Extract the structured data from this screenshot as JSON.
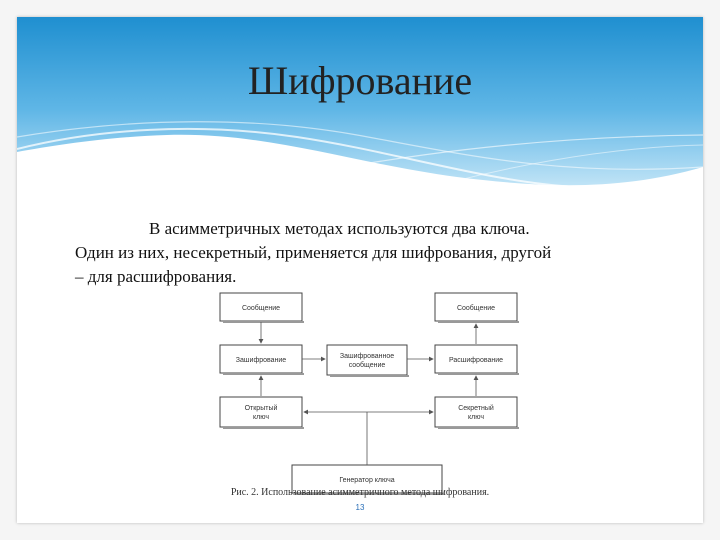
{
  "slide": {
    "title": "Шифрование",
    "body": {
      "line1": "В асимметричных методах используются два ключа.",
      "line2": "Один из них, несекретный, применяется для шифрования, другой",
      "line3": "– для расшифрования."
    },
    "caption": "Рис. 2. Использование асимметричного метода шифрования.",
    "page_number": "13"
  },
  "diagram": {
    "left_column": {
      "message": "Сообщение",
      "encryption": "Зашифрование",
      "public_key_line1": "Открытый",
      "public_key_line2": "ключ"
    },
    "center": {
      "encrypted_line1": "Зашифрованное",
      "encrypted_line2": "сообщение",
      "key_generator": "Генератор ключа"
    },
    "right_column": {
      "message": "Сообщение",
      "decryption": "Расшифрование",
      "secret_key_line1": "Секретный",
      "secret_key_line2": "ключ"
    }
  },
  "colors": {
    "header_blue": "#1f8fd0",
    "header_light": "#7cc6ee",
    "page_number": "#2a6fb8"
  }
}
